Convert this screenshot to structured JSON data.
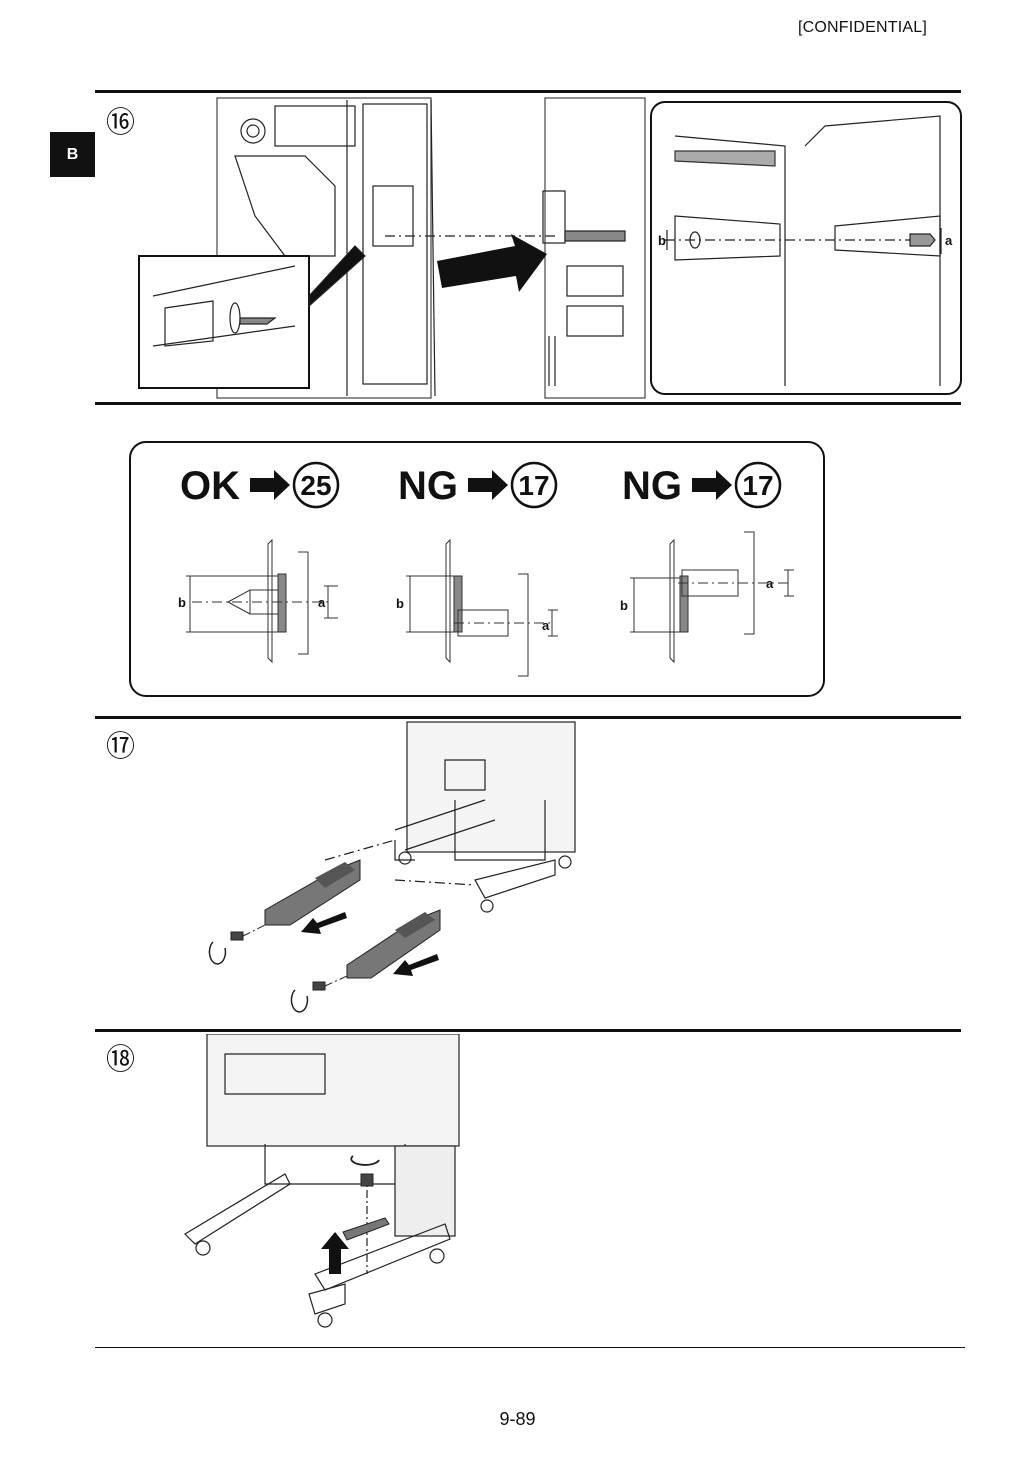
{
  "header": {
    "confidential": "[CONFIDENTIAL]",
    "section_tab": "B"
  },
  "steps": [
    {
      "number": "⑯"
    },
    {
      "number": "⑰"
    },
    {
      "number": "⑱"
    }
  ],
  "check_panel": {
    "results": [
      {
        "verdict": "OK",
        "goto": "25"
      },
      {
        "verdict": "NG",
        "goto": "17"
      },
      {
        "verdict": "NG",
        "goto": "17"
      }
    ],
    "labels": {
      "a": "a",
      "b": "b"
    }
  },
  "footer": {
    "page_number": "9-89"
  }
}
